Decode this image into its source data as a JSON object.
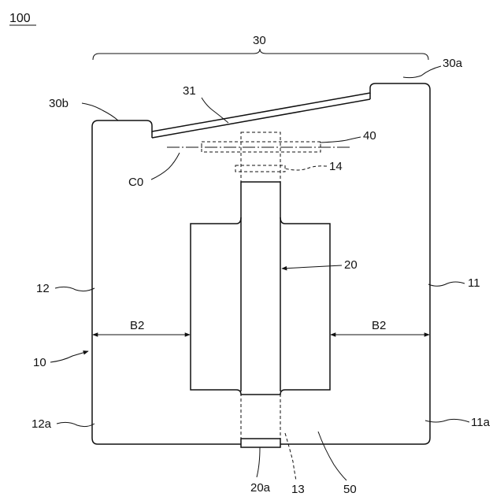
{
  "figure": {
    "ref_main": "100",
    "labels": {
      "l30": "30",
      "l30a": "30a",
      "l30b": "30b",
      "l31": "31",
      "l40": "40",
      "l14": "14",
      "lC0": "C0",
      "l20": "20",
      "l12": "12",
      "l11": "11",
      "lB2_left": "B2",
      "lB2_right": "B2",
      "l10": "10",
      "l12a": "12a",
      "l11a": "11a",
      "l20a": "20a",
      "l13": "13",
      "l50": "50"
    }
  }
}
